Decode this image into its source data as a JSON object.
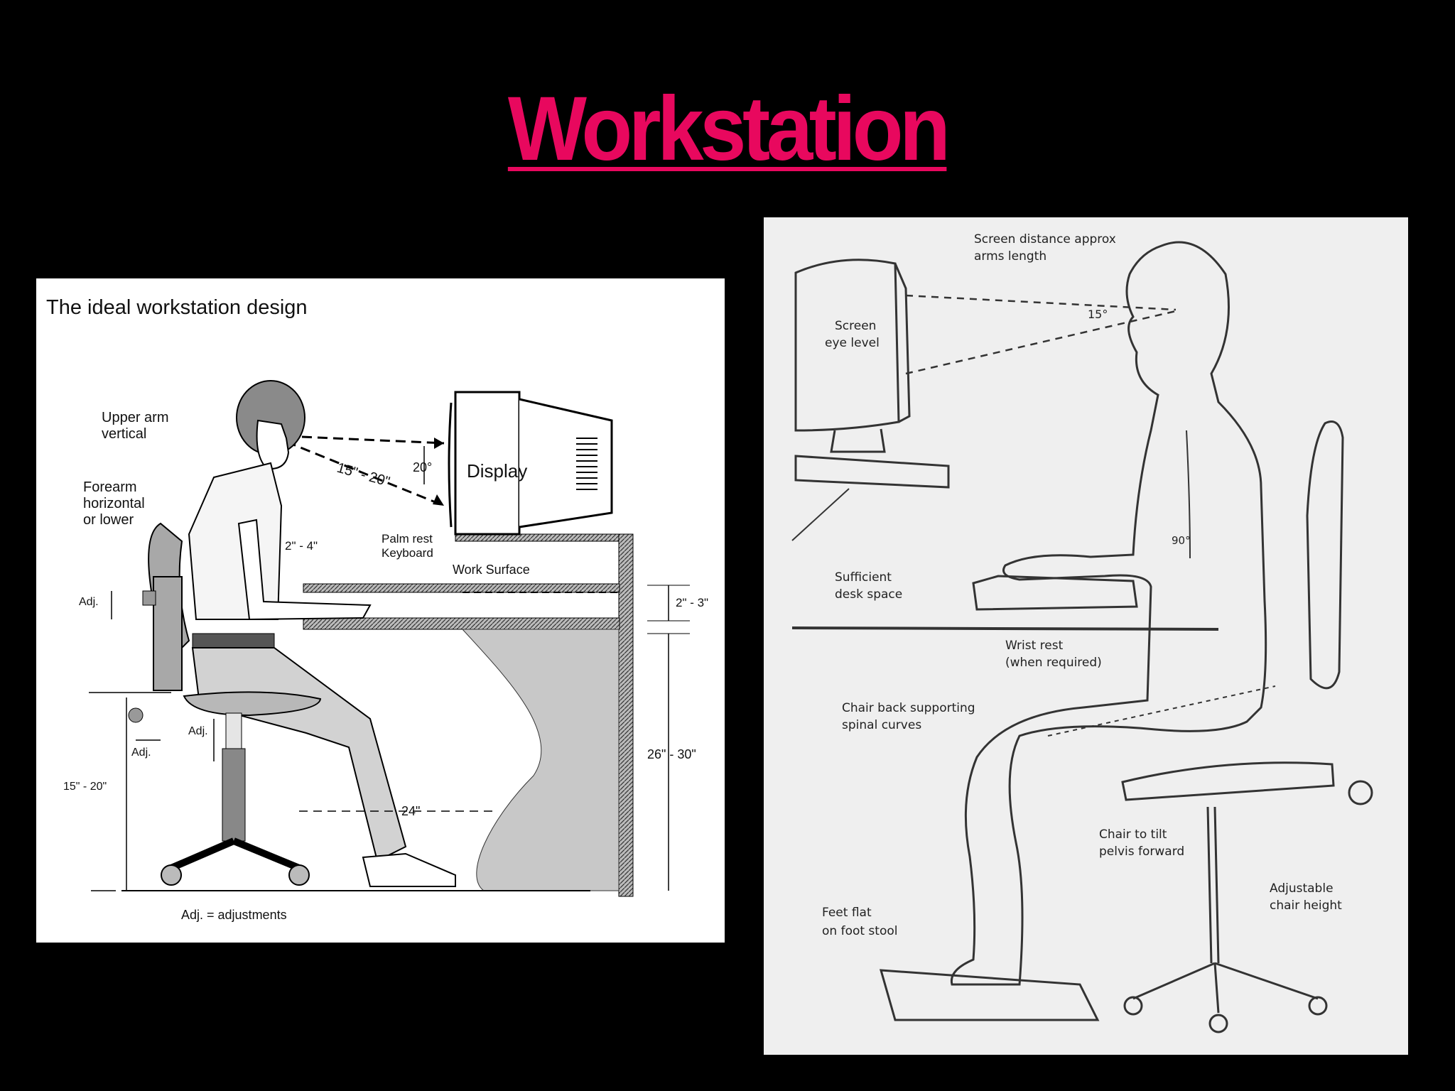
{
  "title": "Workstation",
  "left_diagram": {
    "heading": "The ideal workstation design",
    "labels": {
      "upper_arm_1": "Upper arm",
      "upper_arm_2": "vertical",
      "forearm_1": "Forearm",
      "forearm_2": "horizontal",
      "forearm_3": "or lower",
      "eye_distance": "15\" - 20\"",
      "screen_angle": "20°",
      "display": "Display",
      "palm_gap": "2\" - 4\"",
      "palm_rest_1": "Palm rest",
      "palm_rest_2": "Keyboard",
      "work_surface": "Work Surface",
      "adj_top": "Adj.",
      "adj_seat": "Adj.",
      "adj_back": "Adj.",
      "keyboard_drop": "2\" - 3\"",
      "seat_height": "15\" - 20\"",
      "desk_height": "26\" - 30\"",
      "leg_room": "24\"",
      "footnote": "Adj. = adjustments"
    }
  },
  "right_diagram": {
    "labels": {
      "screen_distance_1": "Screen distance approx",
      "screen_distance_2": "arms length",
      "angle": "15°",
      "screen_1": "Screen",
      "screen_2": "eye level",
      "elbow_angle": "90°",
      "desk_space_1": "Sufficient",
      "desk_space_2": "desk space",
      "wrist_1": "Wrist rest",
      "wrist_2": "(when required)",
      "chair_back_1": "Chair back supporting",
      "chair_back_2": "spinal curves",
      "tilt_1": "Chair to tilt",
      "tilt_2": "pelvis forward",
      "height_1": "Adjustable",
      "height_2": "chair height",
      "feet_1": "Feet flat",
      "feet_2": "on foot stool"
    }
  }
}
